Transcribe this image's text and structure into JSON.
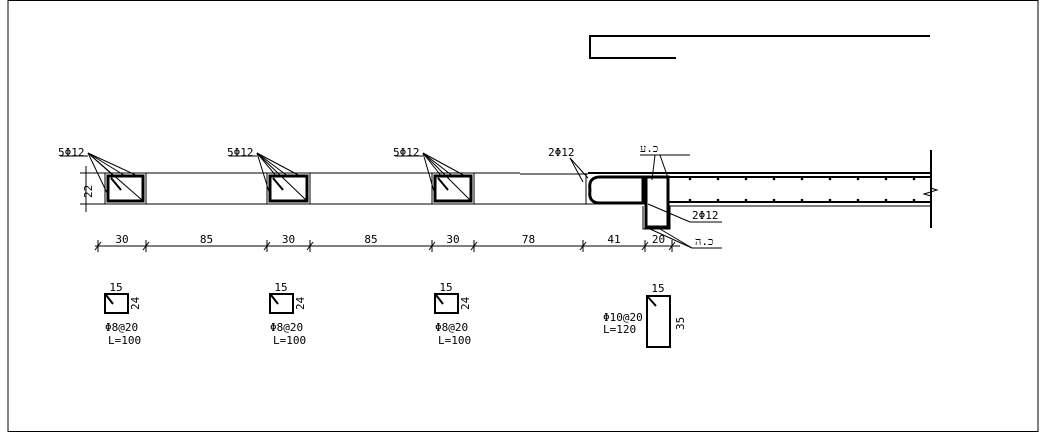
{
  "drawing": {
    "beam_sections": [
      {
        "bars": "5Φ12",
        "stirrup": "Φ8@20",
        "length": "L=100",
        "width": "15",
        "height": "24"
      },
      {
        "bars": "5Φ12",
        "stirrup": "Φ8@20",
        "length": "L=100",
        "width": "15",
        "height": "24"
      },
      {
        "bars": "5Φ12",
        "stirrup": "Φ8@20",
        "length": "L=100",
        "width": "15",
        "height": "24"
      }
    ],
    "slab": {
      "top_bars": "2Φ12",
      "bottom_bars": "2Φ12",
      "label_top": "ע.כ",
      "label_bottom": "ה.כ"
    },
    "edge_beam": {
      "stirrup": "Φ10@20",
      "length": "L=120",
      "width": "15",
      "height": "35"
    },
    "height_dim": "22",
    "dimensions": [
      "30",
      "85",
      "30",
      "85",
      "30",
      "78",
      "41",
      "20"
    ]
  }
}
